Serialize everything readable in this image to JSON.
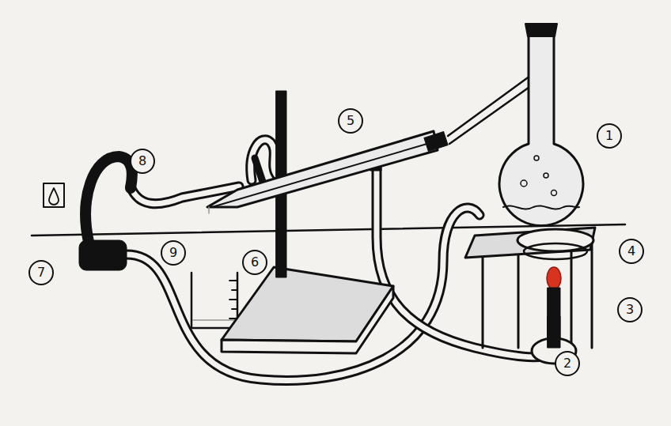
{
  "diagram": {
    "nodes": [
      {
        "text": [
          "1"
        ]
      },
      {
        "text": [
          "2"
        ]
      },
      {
        "text": [
          "3"
        ]
      },
      {
        "text": [
          "4"
        ]
      },
      {
        "text": [
          "5"
        ]
      },
      {
        "text": [
          "6"
        ]
      },
      {
        "text": [
          "7"
        ]
      },
      {
        "text": [
          "8"
        ]
      },
      {
        "text": [
          "9"
        ]
      }
    ]
  }
}
